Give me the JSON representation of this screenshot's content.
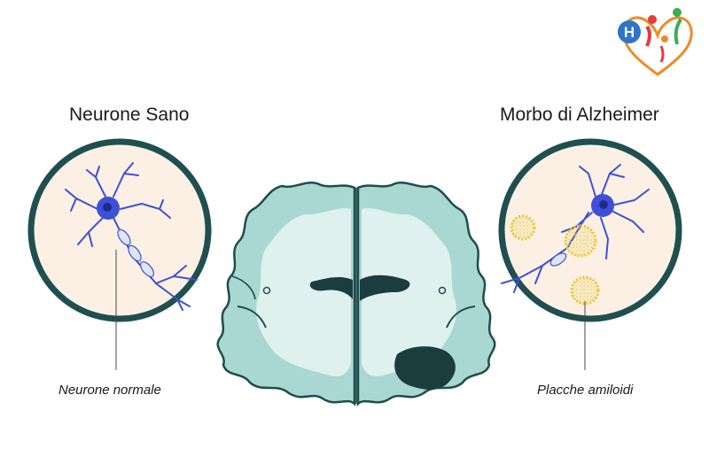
{
  "left_panel": {
    "title": "Neurone Sano",
    "label": "Neurone normale"
  },
  "right_panel": {
    "title": "Morbo di Alzheimer",
    "label": "Placche amiloidi"
  },
  "logo": {
    "letter": "H"
  },
  "colors": {
    "brain_fill": "#a9d8d2",
    "brain_inner": "#def1ee",
    "brain_outline": "#1e4d4d",
    "circle_border": "#1f4f50",
    "circle_fill": "#fcf0e4",
    "neuron": "#3d50d6",
    "plaque": "#ecc52c"
  }
}
